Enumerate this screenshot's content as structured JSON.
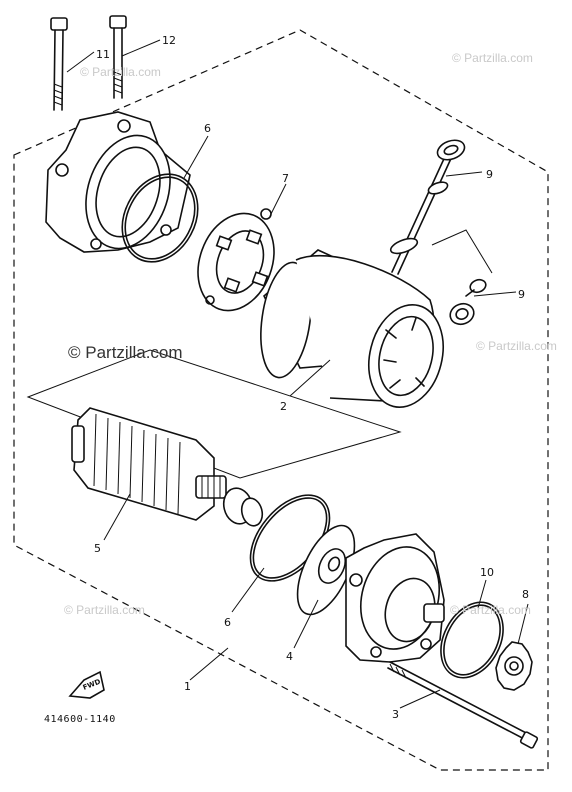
{
  "watermarks": {
    "main": "© Partzilla.com",
    "faint": "© Partzilla.com"
  },
  "diagram_code": "414600-1140",
  "fwd_label": "FWD",
  "callouts": {
    "c1": "1",
    "c2": "2",
    "c3": "3",
    "c4": "4",
    "c5": "5",
    "c6a": "6",
    "c6b": "6",
    "c7": "7",
    "c8": "8",
    "c9a": "9",
    "c9b": "9",
    "c10": "10",
    "c11": "11",
    "c12": "12"
  },
  "colors": {
    "line": "#111111",
    "watermark": "#c9c9c9",
    "background": "#ffffff"
  }
}
